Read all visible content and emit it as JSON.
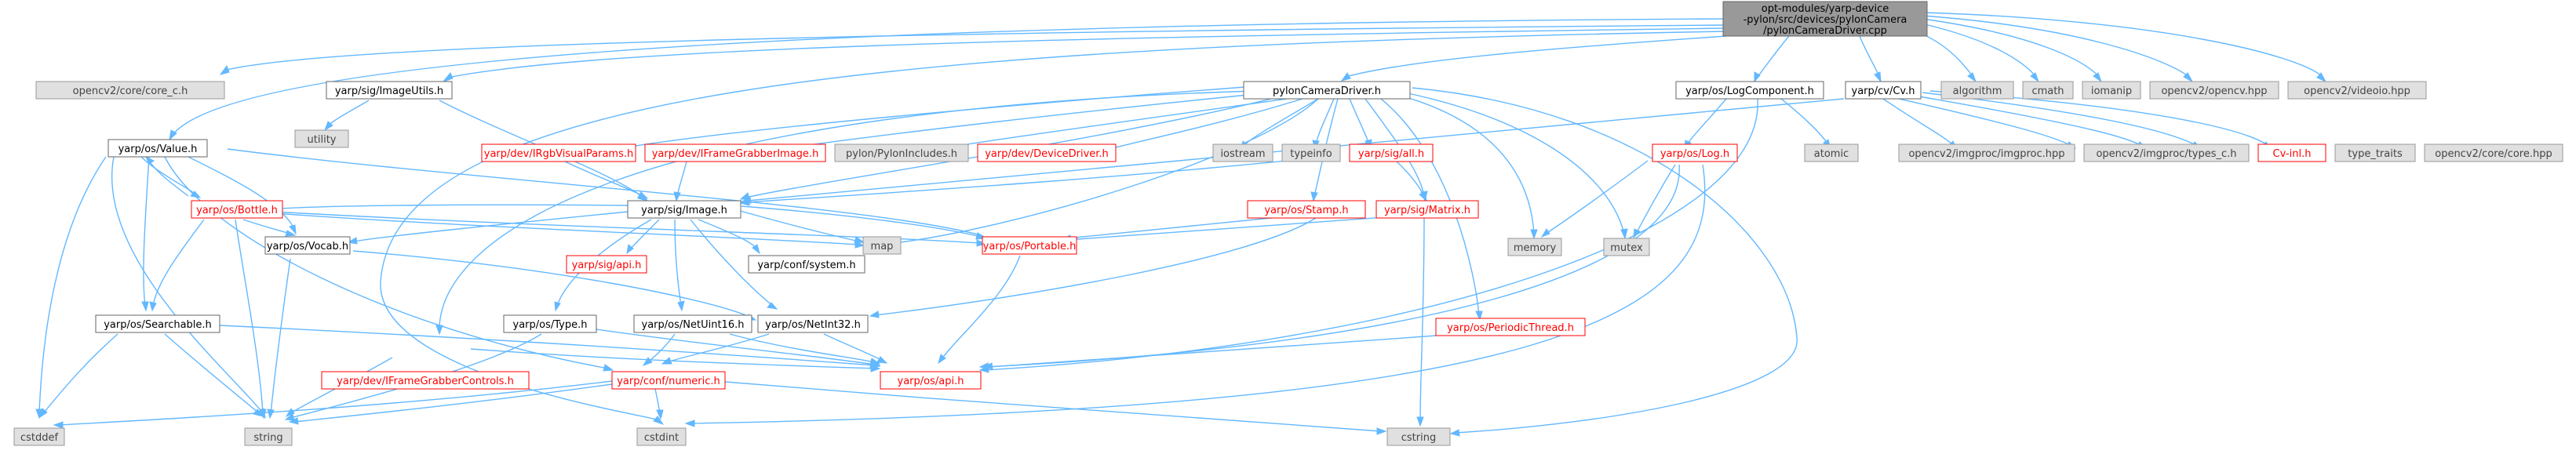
{
  "main": {
    "lines": [
      "opt-modules/yarp-device",
      "-pylon/src/devices/pylonCamera",
      "/pylonCameraDriver.cpp"
    ]
  },
  "nodes": {
    "opencv_core_c": "opencv2/core/core_c.h",
    "imageutils": "yarp/sig/ImageUtils.h",
    "utility": "utility",
    "value": "yarp/os/Value.h",
    "bottle": "yarp/os/Bottle.h",
    "vocab": "yarp/os/Vocab.h",
    "searchable": "yarp/os/Searchable.h",
    "cstddef": "cstddef",
    "string": "string",
    "pylondriver": "pylonCameraDriver.h",
    "irgb": "yarp/dev/IRgbVisualParams.h",
    "iframeimage": "yarp/dev/IFrameGrabberImage.h",
    "pylonincludes": "pylon/PylonIncludes.h",
    "devicedriver": "yarp/dev/DeviceDriver.h",
    "iostream": "iostream",
    "typeinfo": "typeinfo",
    "sigall": "yarp/sig/all.h",
    "image": "yarp/sig/Image.h",
    "sigapi": "yarp/sig/api.h",
    "map": "map",
    "confsystem": "yarp/conf/system.h",
    "ostype": "yarp/os/Type.h",
    "netuint16": "yarp/os/NetUint16.h",
    "netint32": "yarp/os/NetInt32.h",
    "iframecontrols": "yarp/dev/IFrameGrabberControls.h",
    "confnumeric": "yarp/conf/numeric.h",
    "cstdint": "cstdint",
    "osapi": "yarp/os/api.h",
    "stamp": "yarp/os/Stamp.h",
    "portable": "yarp/os/Portable.h",
    "matrix": "yarp/sig/Matrix.h",
    "periodic": "yarp/os/PeriodicThread.h",
    "cstring": "cstring",
    "logcomp": "yarp/os/LogComponent.h",
    "oslog": "yarp/os/Log.h",
    "atomic": "atomic",
    "memory": "memory",
    "mutex": "mutex",
    "cvcv": "yarp/cv/Cv.h",
    "algorithm": "algorithm",
    "cmath": "cmath",
    "iomanip": "iomanip",
    "opencv_hpp": "opencv2/opencv.hpp",
    "videoio": "opencv2/videoio.hpp",
    "imgproc": "opencv2/imgproc/imgproc.hpp",
    "types_c": "opencv2/imgproc/types_c.h",
    "cvinl": "Cv-inl.h",
    "typetraits": "type_traits",
    "corehpp": "opencv2/core/core.hpp"
  },
  "colors": {
    "edge": "#63b8ff",
    "main_fill": "#999999",
    "missing_fill": "#e0e0e0",
    "red_border": "#ff0000"
  }
}
